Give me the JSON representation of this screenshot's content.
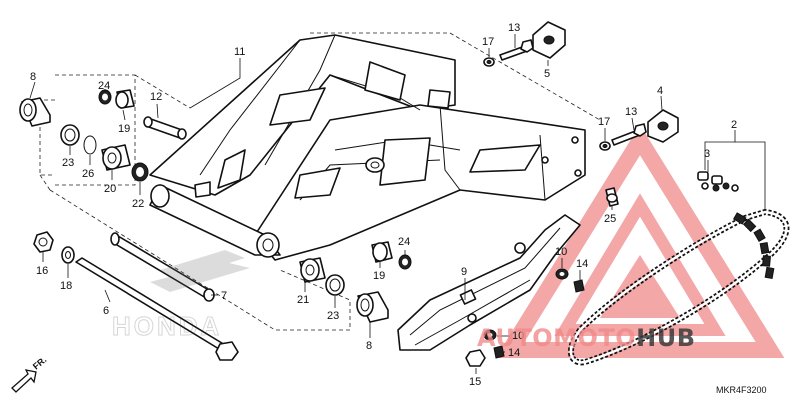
{
  "diagram": {
    "catalog_code": "MKR4F3200",
    "direction_label": "FR.",
    "brand_logo_text": "HONDA",
    "watermark": {
      "prefix": "AUTO",
      "middle": "MOTO",
      "suffix": "HUB",
      "colors": {
        "accent": "#f08a8a",
        "dark": "#3a3a3a"
      }
    },
    "callouts": [
      {
        "id": "c8a",
        "label": "8"
      },
      {
        "id": "c24a",
        "label": "24"
      },
      {
        "id": "c19a",
        "label": "19"
      },
      {
        "id": "c12",
        "label": "12"
      },
      {
        "id": "c11",
        "label": "11"
      },
      {
        "id": "c17a",
        "label": "17"
      },
      {
        "id": "c13a",
        "label": "13"
      },
      {
        "id": "c5",
        "label": "5"
      },
      {
        "id": "c4",
        "label": "4"
      },
      {
        "id": "c13b",
        "label": "13"
      },
      {
        "id": "c17b",
        "label": "17"
      },
      {
        "id": "c2",
        "label": "2"
      },
      {
        "id": "c3",
        "label": "3"
      },
      {
        "id": "c23a",
        "label": "23"
      },
      {
        "id": "c26",
        "label": "26"
      },
      {
        "id": "c20",
        "label": "20"
      },
      {
        "id": "c22",
        "label": "22"
      },
      {
        "id": "c25",
        "label": "25"
      },
      {
        "id": "c16",
        "label": "16"
      },
      {
        "id": "c18",
        "label": "18"
      },
      {
        "id": "c6",
        "label": "6"
      },
      {
        "id": "c7",
        "label": "7"
      },
      {
        "id": "c19b",
        "label": "19"
      },
      {
        "id": "c24b",
        "label": "24"
      },
      {
        "id": "c21",
        "label": "21"
      },
      {
        "id": "c23b",
        "label": "23"
      },
      {
        "id": "c8b",
        "label": "8"
      },
      {
        "id": "c9",
        "label": "9"
      },
      {
        "id": "c10a",
        "label": "10"
      },
      {
        "id": "c14a",
        "label": "14"
      },
      {
        "id": "c10b",
        "label": "10"
      },
      {
        "id": "c14b",
        "label": "14"
      },
      {
        "id": "c15",
        "label": "15"
      }
    ]
  }
}
